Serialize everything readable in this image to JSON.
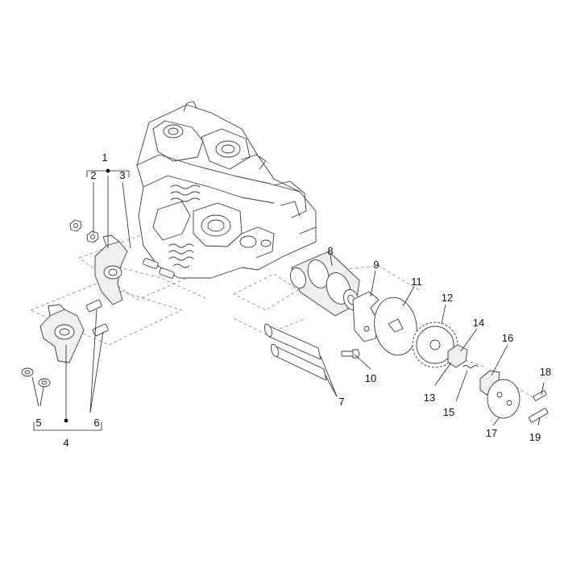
{
  "labels": {
    "p1": "1",
    "p2": "2",
    "p3": "3",
    "p4": "4",
    "p5": "5",
    "p6": "6",
    "p7": "7",
    "p8": "8",
    "p9": "9",
    "p10": "10",
    "p11": "11",
    "p12": "12",
    "p13": "13",
    "p14": "14",
    "p15": "15",
    "p16": "16",
    "p17": "17",
    "p18": "18",
    "p19": "19"
  },
  "colors": {
    "ink": "#3a3a3a",
    "background": "#ffffff"
  }
}
